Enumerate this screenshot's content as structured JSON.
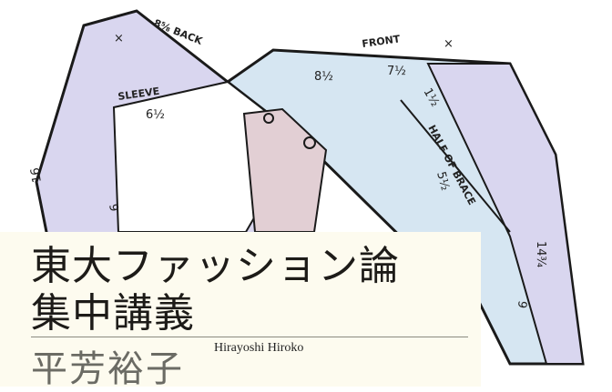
{
  "pattern": {
    "labels": {
      "back": "8⅝ BACK",
      "front": "FRONT",
      "sleeve": "SLEEVE",
      "sleeve_num": "6½",
      "front_a": "8½",
      "front_b": "7½",
      "front_c": "1½",
      "brace": "HALF OF BRACE",
      "brace_num": "5½",
      "left": "16",
      "left_inner": "9",
      "right": "14¾",
      "right_inner": "9",
      "cross": "×"
    },
    "colors": {
      "lavender": "#d9d6ef",
      "blue": "#d6e6f2",
      "pink": "#e2cfd4",
      "line": "#1a1a1a"
    }
  },
  "cover": {
    "title_line1": "東大ファッション論",
    "title_line2": "集中講義",
    "author": "平芳裕子",
    "author_roman": "Hirayoshi Hiroko"
  }
}
